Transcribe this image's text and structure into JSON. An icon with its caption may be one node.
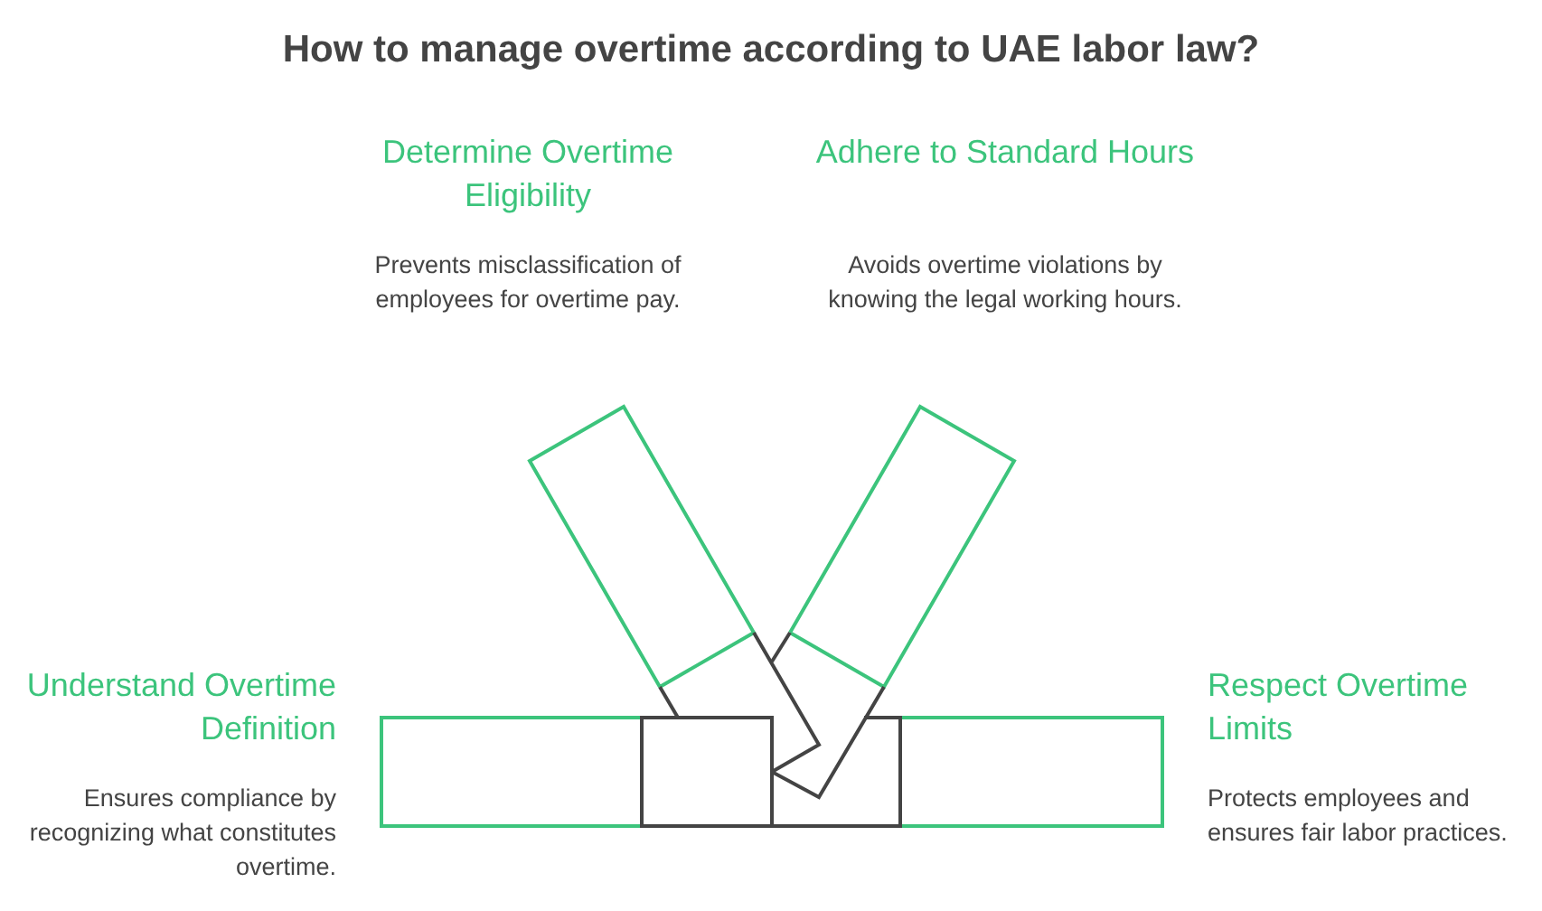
{
  "diagram": {
    "title": "How to manage overtime according to UAE labor law?",
    "labels": [
      "Determine Overtime Eligibility",
      "Prevents misclassification of employees for overtime pay.",
      "Adhere to Standard Hours",
      "Avoids overtime violations by knowing the legal working hours.",
      "Understand Overtime Definition",
      "Ensures compliance by recognizing what constitutes overtime.",
      "Respect Overtime Limits",
      "Protects employees and ensures fair labor practices."
    ]
  }
}
